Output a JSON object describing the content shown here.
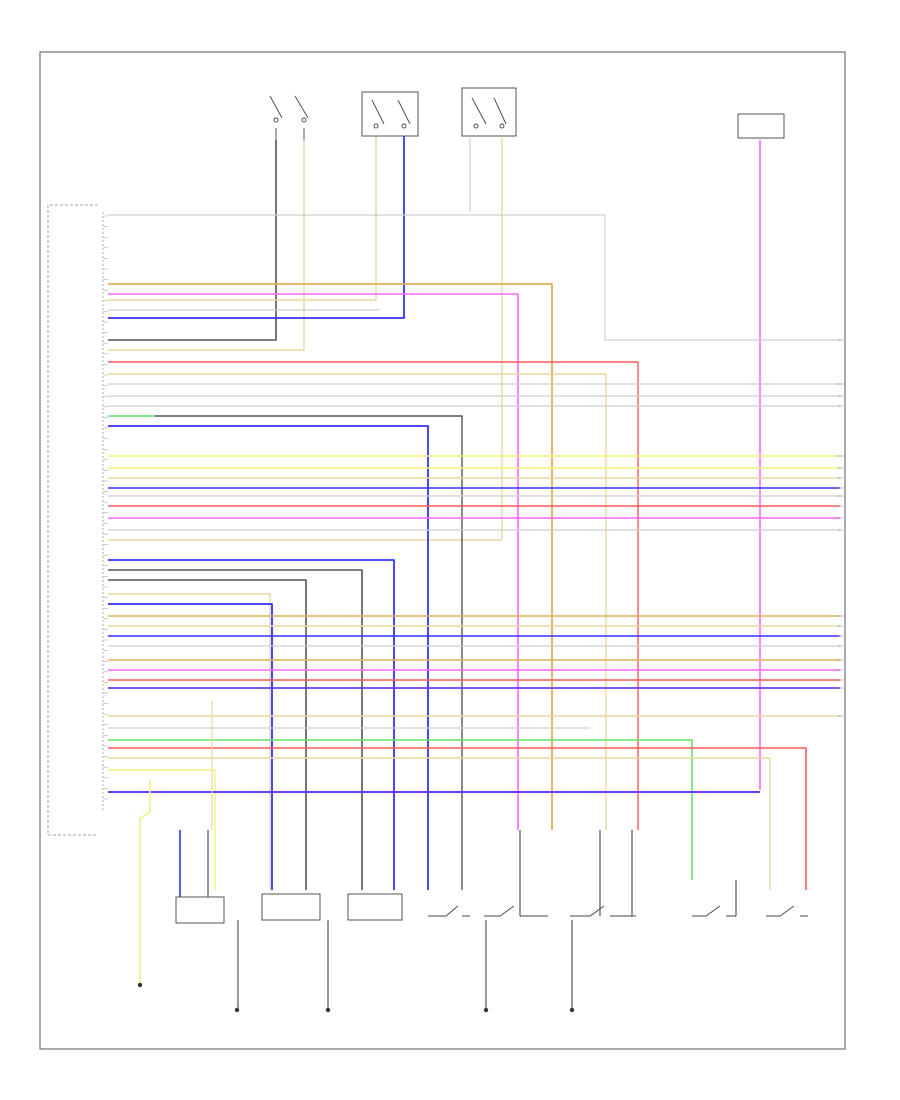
{
  "page": {
    "id": ""
  },
  "palette": {
    "gray": "#9a9a9a",
    "dark": "#555555",
    "black": "#222222",
    "blue": "#3333ff",
    "violet": "#6a3df0",
    "pink": "#ff66ff",
    "red": "#ff5a5a",
    "yellow": "#f2f27a",
    "tan": "#e8d7a0",
    "orange": "#e0b15a",
    "green": "#66e066",
    "lightgray": "#cfcfcf"
  },
  "components": {
    "top_switch_1": {
      "lines": [
        "",
        "",
        "",
        ""
      ]
    },
    "top_switch_2": {
      "lines": [
        "",
        "",
        "",
        ""
      ]
    },
    "top_switch_3": {
      "lines": [
        "",
        "",
        ""
      ]
    },
    "top_right_module": {
      "lines": [
        "",
        "",
        "",
        "",
        ""
      ]
    },
    "control_module": {
      "lines": [
        "",
        ""
      ]
    },
    "control_module_note": {
      "lines": [
        "",
        "",
        "",
        "",
        ""
      ]
    },
    "bottom": [
      {
        "name": "cmp-a",
        "lines": [
          "",
          "",
          "",
          ""
        ]
      },
      {
        "name": "cmp-b",
        "lines": [
          "",
          "",
          "",
          "",
          ""
        ]
      },
      {
        "name": "cmp-c",
        "lines": [
          "",
          "",
          "",
          ""
        ]
      },
      {
        "name": "cmp-d",
        "lines": [
          "",
          "",
          ""
        ]
      },
      {
        "name": "cmp-e",
        "lines": [
          "",
          "",
          "",
          ""
        ]
      },
      {
        "name": "cmp-f",
        "lines": [
          "",
          "",
          "",
          ""
        ]
      },
      {
        "name": "cmp-g",
        "lines": [
          "",
          "",
          ""
        ]
      },
      {
        "name": "cmp-h",
        "lines": [
          "",
          "",
          "",
          ""
        ]
      }
    ],
    "grounds": [
      {
        "name": "ground-1",
        "lines": [
          "",
          "",
          ""
        ]
      },
      {
        "name": "ground-2",
        "lines": [
          "",
          ""
        ]
      },
      {
        "name": "ground-3",
        "lines": [
          "",
          ""
        ]
      },
      {
        "name": "ground-4",
        "lines": [
          "",
          ""
        ]
      },
      {
        "name": "ground-5",
        "lines": [
          "",
          ""
        ]
      }
    ]
  }
}
